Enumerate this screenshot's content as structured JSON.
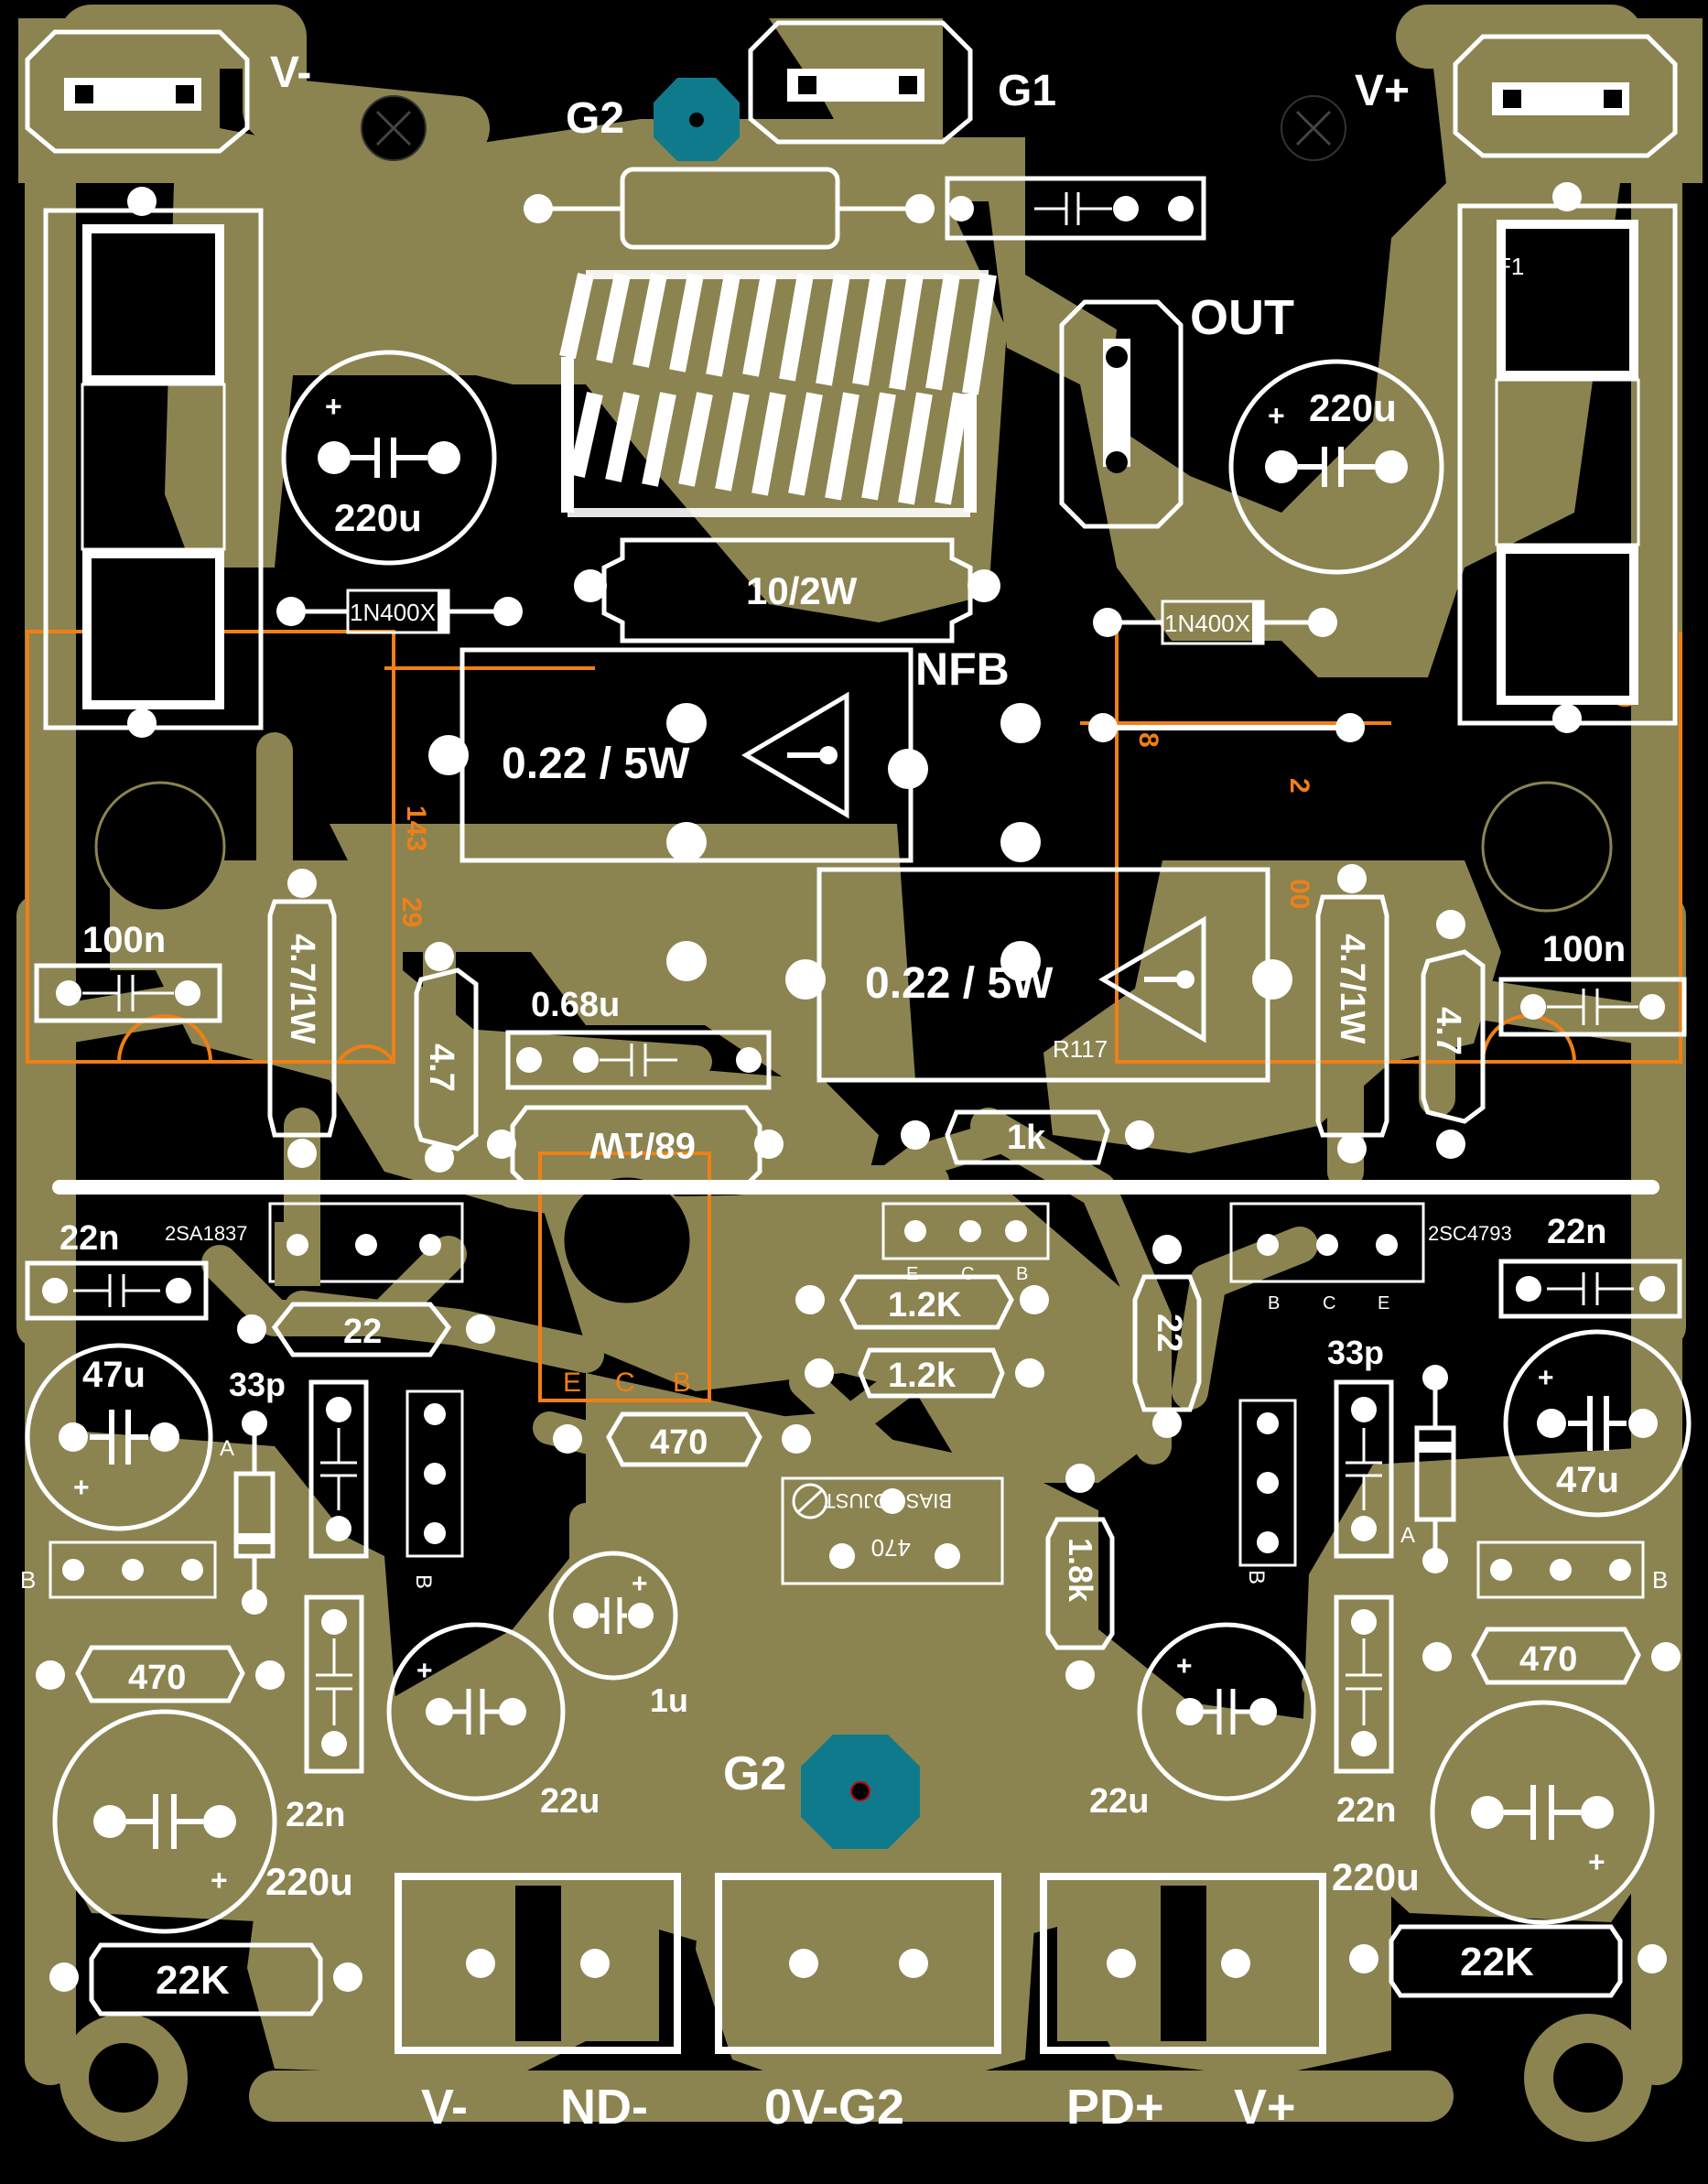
{
  "colors": {
    "background": "#000000",
    "copper": "#8b8451",
    "silkscreen": "#ffffff",
    "via": "#0f7a8c",
    "outline": "#f07f16"
  },
  "connectors": {
    "v_minus": "V-",
    "g1": "G1",
    "v_plus": "V+",
    "g2_top": "G2",
    "out": "OUT",
    "g2_bottom": "G2",
    "bottom_labels": [
      "V-",
      "ND-",
      "0V-G2",
      "PD+",
      "V+"
    ]
  },
  "components": {
    "cap_220u_left": "220u",
    "cap_220u_right": "220u",
    "diode_left": "1N400X",
    "diode_right": "1N400X",
    "res_10_2w": "10/2W",
    "nfb": "NFB",
    "res_022_upper": "0.22 / 5W",
    "res_022_lower": "0.22 / 5W",
    "cap_100n_left": "100n",
    "cap_100n_right": "100n",
    "res_47_1w_left": "4.7/1W",
    "res_47_1w_right": "4.7/1W",
    "res_47_left": "4.7",
    "res_47_right": "4.7",
    "cap_068u": "0.68u",
    "res_68_1w": "68/1W",
    "res_1k": "1k",
    "r117": "R117",
    "cap_22n_left": "22n",
    "cap_22n_right": "22n",
    "trans_left": "2SA1837",
    "trans_right": "2SC4793",
    "res_22_left": "22",
    "res_22_vert": "22",
    "res_12k_a": "1.2K",
    "res_12k_b": "1.2k",
    "cap_47u_left": "47u",
    "cap_47u_right": "47u",
    "cap_33p_left": "33p",
    "cap_33p_right": "33p",
    "res_470_center": "470",
    "bias_adjust": "BIAS ADJUST",
    "bias_value": "470",
    "res_18k": "1.8k",
    "cap_1u": "1u",
    "res_470_left": "470",
    "res_470_right": "470",
    "cap_22u_left": "22u",
    "cap_22u_right": "22u",
    "cap_22n_lower_left": "22n",
    "cap_22n_lower_right": "22n",
    "cap_220u_lower_left": "220u",
    "cap_220u_lower_right": "220u",
    "res_22k_left": "22K",
    "res_22k_right": "22K",
    "pin_e": "E",
    "pin_c": "C",
    "pin_b": "B",
    "diode_a": "A",
    "f1": "F1",
    "edge_143": "143",
    "edge_29": "29",
    "edge_00": "00",
    "edge_8": "8",
    "edge_2": "2",
    "edge_60": "60"
  }
}
